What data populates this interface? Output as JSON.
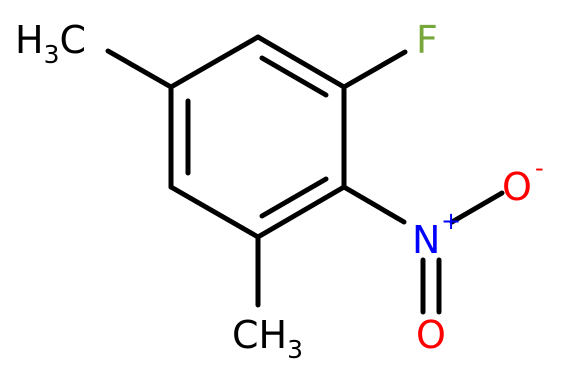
{
  "molecule": {
    "atoms": {
      "fluorine": {
        "symbol": "F",
        "color": "#77a63a"
      },
      "nitrogen": {
        "symbol": "N",
        "charge": "+",
        "color": "#0000ff"
      },
      "oxygen_single": {
        "symbol": "O",
        "charge": "-",
        "color": "#ff0000"
      },
      "oxygen_double": {
        "symbol": "O",
        "color": "#ff0000"
      },
      "methyl_left": {
        "symbol": "H",
        "subscript": "3",
        "carbon": "C",
        "color": "#000000"
      },
      "methyl_bottom": {
        "symbol": "CH",
        "subscript": "3",
        "color": "#000000"
      }
    },
    "bond_color": "#000000"
  }
}
